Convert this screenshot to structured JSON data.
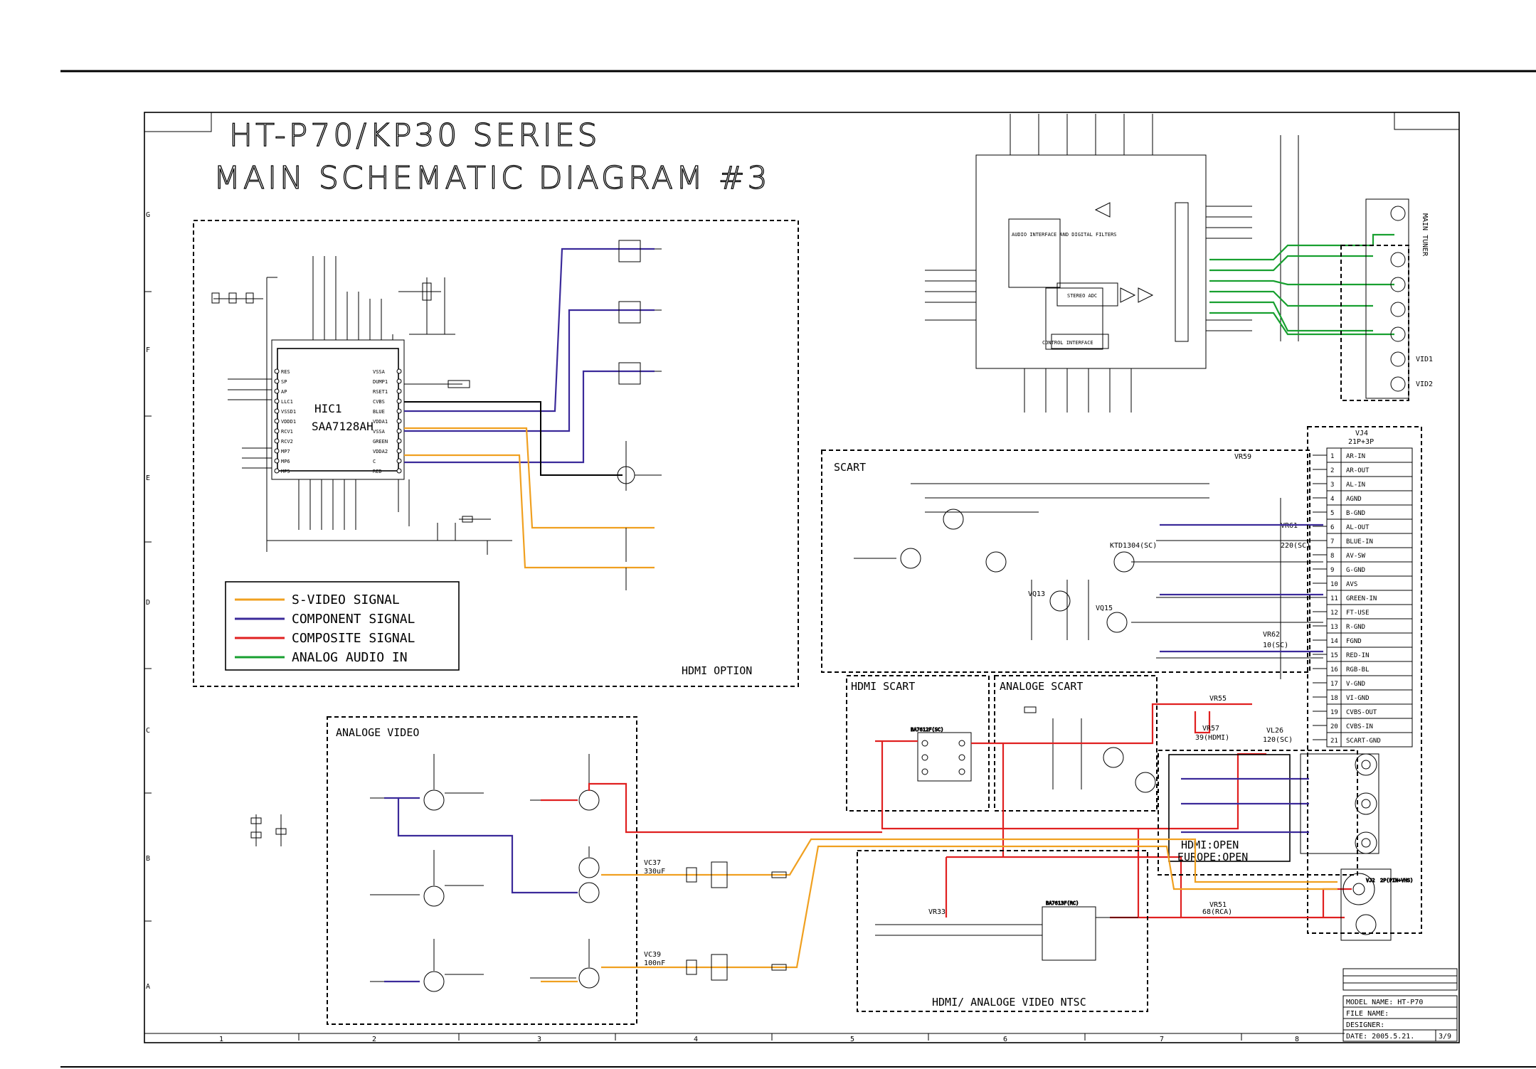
{
  "title": {
    "line1": "HT-P70/KP30 SERIES",
    "line2": "MAIN SCHEMATIC DIAGRAM #3"
  },
  "grid": {
    "columns": [
      "1",
      "2",
      "3",
      "4",
      "5",
      "6",
      "7",
      "8"
    ],
    "rows": [
      "G",
      "F",
      "E",
      "D",
      "C",
      "B",
      "A"
    ]
  },
  "legend": {
    "items": [
      {
        "label": "S-VIDEO SIGNAL",
        "color": "#f0a020"
      },
      {
        "label": "COMPONENT SIGNAL",
        "color": "#3b2a9a"
      },
      {
        "label": "COMPOSITE SIGNAL",
        "color": "#e02020"
      },
      {
        "label": "ANALOG AUDIO IN",
        "color": "#18a030"
      }
    ]
  },
  "blocks": {
    "hdmi_option": "HDMI OPTION",
    "scart": "SCART",
    "hdmi_scart": "HDMI SCART",
    "analoge_scart": "ANALOGE SCART",
    "analoge_video": "ANALOGE VIDEO",
    "hdmi_ntsc": "HDMI/ ANALOGE VIDEO NTSC",
    "hdmi_open_1": "HDMI:OPEN",
    "hdmi_open_2": "EUROPE:OPEN"
  },
  "ic": {
    "hic1_name": "HIC1",
    "hic1_part": "SAA7128AH",
    "audio_block": "AUDIO INTERFACE AND DIGITAL FILTERS",
    "control": "CONTROL INTERFACE",
    "stereo": "STEREO ADC",
    "vic2": "BA7612F(SC)",
    "vic1": "BA7613F(RC)"
  },
  "hic1_left_pins": [
    "RES",
    "SP",
    "AP",
    "LLC1",
    "VSSD1",
    "VDDD1",
    "RCV1",
    "RCV2",
    "MP7",
    "MP6",
    "MP5"
  ],
  "hic1_right_pins": [
    "VSSA",
    "DUMP1",
    "RSET1",
    "CVBS",
    "BLUE",
    "VDDA1",
    "VSSA",
    "GREEN",
    "VDDA2",
    "C",
    "RED"
  ],
  "scart_connector": {
    "name": "VJ4",
    "part": "21P+3P",
    "pins": [
      {
        "n": "1",
        "label": "AR-IN"
      },
      {
        "n": "2",
        "label": "AR-OUT"
      },
      {
        "n": "3",
        "label": "AL-IN"
      },
      {
        "n": "4",
        "label": "AGND"
      },
      {
        "n": "5",
        "label": "B-GND"
      },
      {
        "n": "6",
        "label": "AL-OUT"
      },
      {
        "n": "7",
        "label": "BLUE-IN"
      },
      {
        "n": "8",
        "label": "AV-SW"
      },
      {
        "n": "9",
        "label": "G-GND"
      },
      {
        "n": "10",
        "label": "AVS"
      },
      {
        "n": "11",
        "label": "GREEN-IN"
      },
      {
        "n": "12",
        "label": "FT-USE"
      },
      {
        "n": "13",
        "label": "R-GND"
      },
      {
        "n": "14",
        "label": "FGND"
      },
      {
        "n": "15",
        "label": "RED-IN"
      },
      {
        "n": "16",
        "label": "RGB-BL"
      },
      {
        "n": "17",
        "label": "V-GND"
      },
      {
        "n": "18",
        "label": "VI-GND"
      },
      {
        "n": "19",
        "label": "CVBS-OUT"
      },
      {
        "n": "20",
        "label": "CVBS-IN"
      },
      {
        "n": "21",
        "label": "SCART-GND"
      }
    ]
  },
  "components": {
    "vr55": "VR55",
    "vr57": "VR57",
    "vr57_val": "39(HDMI)",
    "vr51": "VR51",
    "vr51_val": "68(RCA)",
    "vr33": "VR33",
    "vc37": "VC37",
    "vc37_val": "330uF",
    "vc39": "VC39",
    "vc39_val": "100nF",
    "vq14": "KTD1304(SC)",
    "vq13": "VQ13",
    "vq15": "VQ15",
    "vl26": "VL26",
    "vl26_val": "120(SC)",
    "vr59": "VR59",
    "vr61": "VR61",
    "vr61_val": "220(SC)",
    "vr62": "VR62",
    "vr62_val": "10(SC)",
    "vj2": "VJ2",
    "vj2_part": "2P(PIN+VHS)",
    "vid1": "VID1",
    "vid2": "VID2",
    "main_tuner": "MAIN TUNER"
  },
  "title_block": {
    "model": "MODEL NAME: HT-P70",
    "file": "FILE NAME:",
    "designer": "DESIGNER:",
    "date": "DATE: 2005.5.21.",
    "page": "3/9"
  }
}
